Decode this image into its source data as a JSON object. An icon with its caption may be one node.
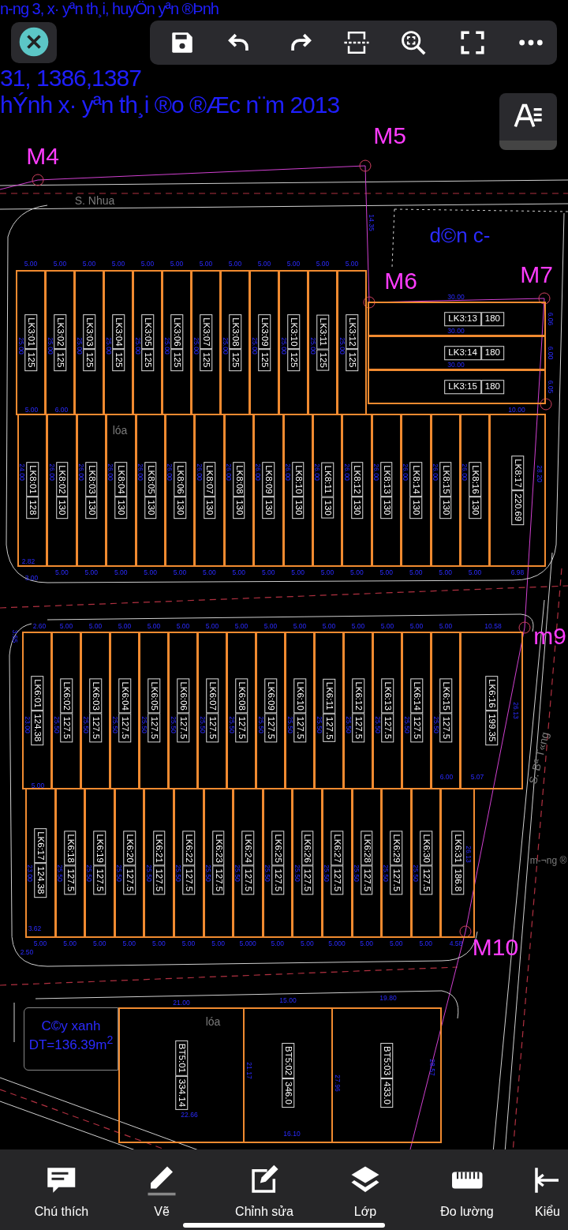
{
  "diagram": {
    "nodes": [
      {
        "text": [
          "LK3:01",
          "125"
        ]
      },
      {
        "text": [
          "LK3:02",
          "125"
        ]
      },
      {
        "text": [
          "LK3:03",
          "125"
        ]
      },
      {
        "text": [
          "LK3:04",
          "125"
        ]
      },
      {
        "text": [
          "LK3:05",
          "125"
        ]
      },
      {
        "text": [
          "LK3:06",
          "125"
        ]
      },
      {
        "text": [
          "LK3:07",
          "125"
        ]
      },
      {
        "text": [
          "LK3:08",
          "125"
        ]
      },
      {
        "text": [
          "LK3:09",
          "125"
        ]
      },
      {
        "text": [
          "LK3:10",
          "125"
        ]
      },
      {
        "text": [
          "LK3:11",
          "125"
        ]
      },
      {
        "text": [
          "LK3:12",
          "125"
        ]
      },
      {
        "text": [
          "LK3:13",
          "180"
        ]
      },
      {
        "text": [
          "LK3:14",
          "180"
        ]
      },
      {
        "text": [
          "LK3:15",
          "180"
        ]
      },
      {
        "text": [
          "LK8:01",
          "128"
        ]
      },
      {
        "text": [
          "LK8:02",
          "130"
        ]
      },
      {
        "text": [
          "LK8:03",
          "130"
        ]
      },
      {
        "text": [
          "LK8:04",
          "130"
        ]
      },
      {
        "text": [
          "LK8:05",
          "130"
        ]
      },
      {
        "text": [
          "LK8:06",
          "130"
        ]
      },
      {
        "text": [
          "LK8:07",
          "130"
        ]
      },
      {
        "text": [
          "LK8:08",
          "130"
        ]
      },
      {
        "text": [
          "LK8:09",
          "130"
        ]
      },
      {
        "text": [
          "LK8:10",
          "130"
        ]
      },
      {
        "text": [
          "LK8:11",
          "130"
        ]
      },
      {
        "text": [
          "LK8:12",
          "130"
        ]
      },
      {
        "text": [
          "LK8:13",
          "130"
        ]
      },
      {
        "text": [
          "LK8:14",
          "130"
        ]
      },
      {
        "text": [
          "LK8:15",
          "130"
        ]
      },
      {
        "text": [
          "LK8:16",
          "130"
        ]
      },
      {
        "text": [
          "LK8:17",
          "220.69"
        ]
      },
      {
        "text": [
          "LK6:01",
          "124.38"
        ]
      },
      {
        "text": [
          "LK6:02",
          "127.5"
        ]
      },
      {
        "text": [
          "LK6:03",
          "127.5"
        ]
      },
      {
        "text": [
          "LK6:04",
          "127.5"
        ]
      },
      {
        "text": [
          "LK6:05",
          "127.5"
        ]
      },
      {
        "text": [
          "LK6:06",
          "127.5"
        ]
      },
      {
        "text": [
          "LK6:07",
          "127.5"
        ]
      },
      {
        "text": [
          "LK6:08",
          "127.5"
        ]
      },
      {
        "text": [
          "LK6:09",
          "127.5"
        ]
      },
      {
        "text": [
          "LK6:10",
          "127.5"
        ]
      },
      {
        "text": [
          "LK6:11",
          "127.5"
        ]
      },
      {
        "text": [
          "LK6:12",
          "127.5"
        ]
      },
      {
        "text": [
          "LK6:13",
          "127.5"
        ]
      },
      {
        "text": [
          "LK6:14",
          "127.5"
        ]
      },
      {
        "text": [
          "LK6:15",
          "127.5"
        ]
      },
      {
        "text": [
          "LK6:16",
          "199.35"
        ]
      },
      {
        "text": [
          "LK6:17",
          "124.38"
        ]
      },
      {
        "text": [
          "LK6:18",
          "127.5"
        ]
      },
      {
        "text": [
          "LK6:19",
          "127.5"
        ]
      },
      {
        "text": [
          "LK6:20",
          "127.5"
        ]
      },
      {
        "text": [
          "LK6:21",
          "127.5"
        ]
      },
      {
        "text": [
          "LK6:22",
          "127.5"
        ]
      },
      {
        "text": [
          "LK6:23",
          "127.5"
        ]
      },
      {
        "text": [
          "LK6:24",
          "127.5"
        ]
      },
      {
        "text": [
          "LK6:25",
          "127.5"
        ]
      },
      {
        "text": [
          "LK6:26",
          "127.5"
        ]
      },
      {
        "text": [
          "LK6:27",
          "127.5"
        ]
      },
      {
        "text": [
          "LK6:28",
          "127.5"
        ]
      },
      {
        "text": [
          "LK6:29",
          "127.5"
        ]
      },
      {
        "text": [
          "LK6:30",
          "127.5"
        ]
      },
      {
        "text": [
          "LK6:31",
          "186.8"
        ]
      },
      {
        "text": [
          "C©y xanh",
          "DT=136.39m$^{2}$"
        ]
      },
      {
        "text": [
          "BT5:01",
          "334.14"
        ]
      },
      {
        "text": [
          "BT5:02",
          "346.0"
        ]
      },
      {
        "text": [
          "BT5:03",
          "433.0"
        ]
      }
    ],
    "labels": [
      "n-ng 3,  x· yªn th¸i, huyÖn yªn ®Þnh",
      "31, 1386,1387",
      "hÝnh x· yªn th¸i ®o ®Æc n¨m 2013",
      "M4",
      "M5",
      "S. Nhua",
      "14.35",
      "d©n c-",
      "M6",
      "M7",
      "5.00",
      "5.00",
      "5.00",
      "5.00",
      "5.00",
      "5.00",
      "5.00",
      "5.00",
      "5.00",
      "5.00",
      "5.00",
      "5.00",
      "25.00",
      "25.00",
      "25.00",
      "25.00",
      "25.00",
      "25.00",
      "25.00",
      "25.00",
      "25.00",
      "25.00",
      "25.00",
      "25.00",
      "30.00",
      "30.00",
      "30.00",
      "6.06",
      "6.00",
      "6.05",
      "5.00",
      "6.00",
      "10.00",
      "24.00",
      "26.00",
      "26.00",
      "26.00",
      "26.00",
      "26.00",
      "26.00",
      "26.00",
      "26.00",
      "26.00",
      "26.00",
      "26.00",
      "26.00",
      "26.00",
      "26.00",
      "26.00",
      "28.20",
      "2.82",
      "5.00",
      "5.00",
      "5.00",
      "5.00",
      "5.00",
      "5.00",
      "5.00",
      "5.00",
      "5.00",
      "5.00",
      "5.00",
      "5.00",
      "5.00",
      "5.00",
      "5.00",
      "6.98",
      "3.00",
      "3.55",
      "2.60",
      "5.00",
      "5.00",
      "5.00",
      "5.00",
      "5.00",
      "5.00",
      "5.00",
      "5.00",
      "5.00",
      "5.00",
      "5.00",
      "5.00",
      "5.00",
      "5.00",
      "10.58",
      "m9",
      "23.00",
      "25.50",
      "25.50",
      "25.50",
      "25.50",
      "25.50",
      "25.50",
      "25.50",
      "25.50",
      "25.50",
      "25.50",
      "25.50",
      "25.50",
      "25.50",
      "25.50",
      "26.13",
      "5.00",
      "6.00",
      "5.07",
      "23.00",
      "25.50",
      "25.50",
      "25.50",
      "25.50",
      "25.50",
      "25.50",
      "25.50",
      "25.50",
      "25.50",
      "25.50",
      "25.50",
      "25.50",
      "25.50",
      "26.13",
      "S. Bª T«ng",
      "m-¬ng ®",
      "3.62",
      "5.00",
      "5.00",
      "5.00",
      "5.00",
      "5.00",
      "5.00",
      "5.00",
      "5.000",
      "5.00",
      "5.00",
      "5.000",
      "5.00",
      "5.00",
      "5.00",
      "4.58",
      "2.50",
      "M10",
      "21.00",
      "15.00",
      "19.80",
      "lóa",
      "21.17",
      "27.96",
      "28.57",
      "22.66",
      "16.10",
      "lóa",
      "Chú thích",
      "Vẽ",
      "Chỉnh sửa",
      "Lớp",
      "Đo lường",
      "Kiểu"
    ]
  }
}
